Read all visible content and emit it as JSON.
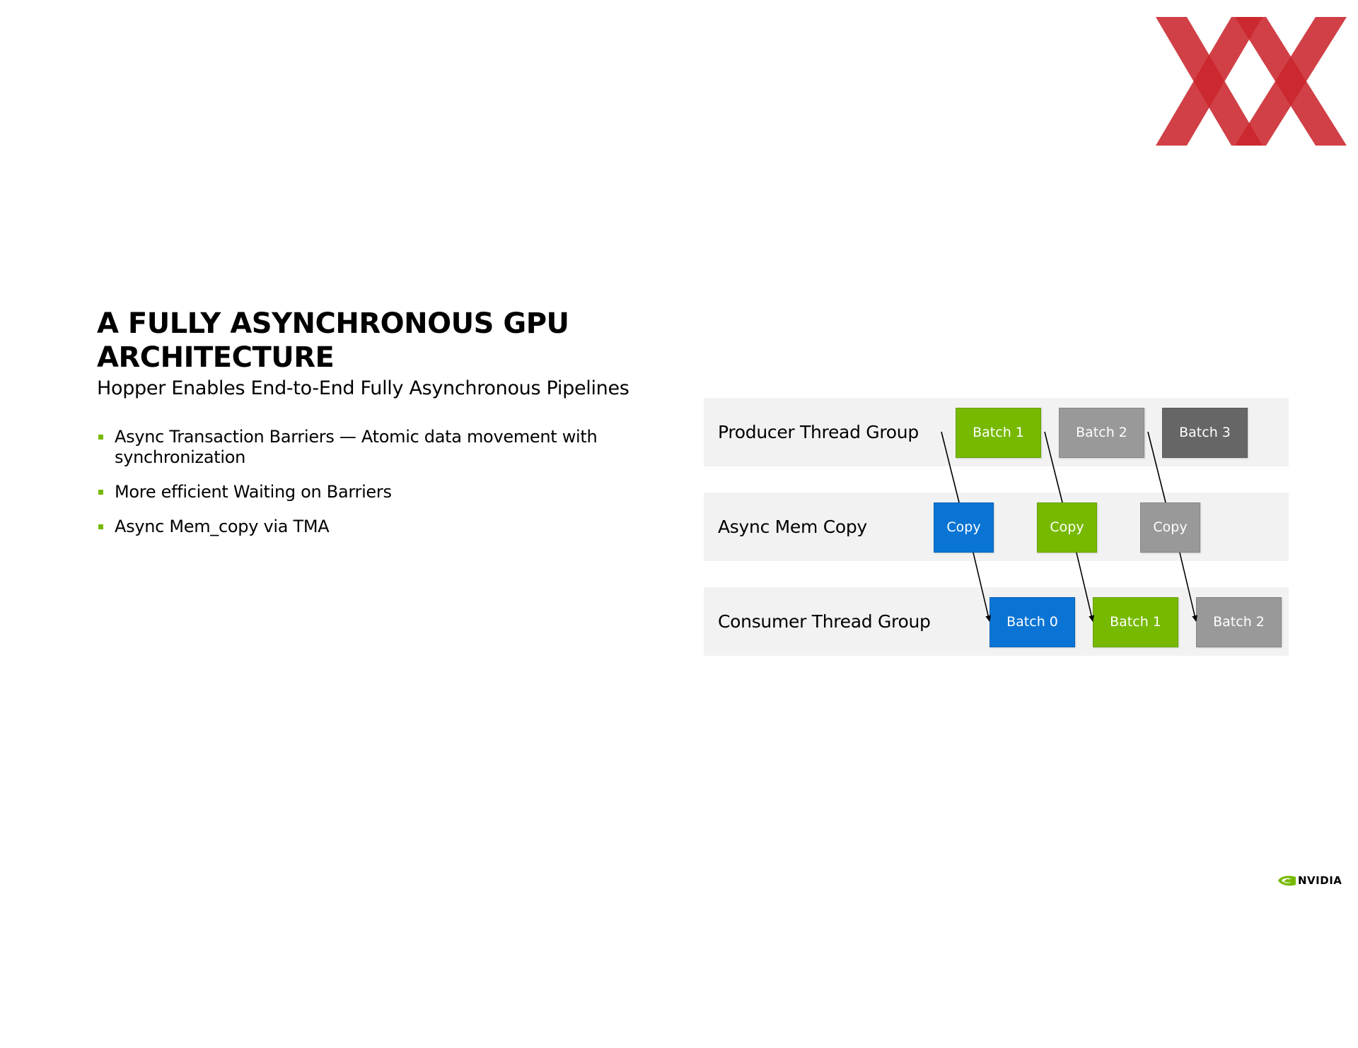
{
  "slide": {
    "title": "A FULLY ASYNCHRONOUS GPU ARCHITECTURE",
    "subtitle": "Hopper Enables End-to-End Fully Asynchronous Pipelines",
    "bullets": [
      "Async Transaction Barriers — Atomic data movement with synchronization",
      "More efficient Waiting on Barriers",
      "Async Mem_copy via TMA"
    ]
  },
  "diagram": {
    "lanes": [
      {
        "label": "Producer Thread Group",
        "blocks": [
          {
            "label": "Batch 1",
            "color": "#76b900"
          },
          {
            "label": "Batch 2",
            "color": "#999999"
          },
          {
            "label": "Batch 3",
            "color": "#666666"
          }
        ]
      },
      {
        "label": "Async Mem Copy",
        "blocks": [
          {
            "label": "Copy",
            "color": "#0a74d4"
          },
          {
            "label": "Copy",
            "color": "#76b900"
          },
          {
            "label": "Copy",
            "color": "#999999"
          }
        ]
      },
      {
        "label": "Consumer Thread Group",
        "blocks": [
          {
            "label": "Batch 0",
            "color": "#0a74d4"
          },
          {
            "label": "Batch 1",
            "color": "#76b900"
          },
          {
            "label": "Batch 2",
            "color": "#999999"
          }
        ]
      }
    ]
  },
  "branding": {
    "logo_text": "NVIDIA",
    "logo_color": "#76b900",
    "watermark_color": "#c9252c"
  }
}
